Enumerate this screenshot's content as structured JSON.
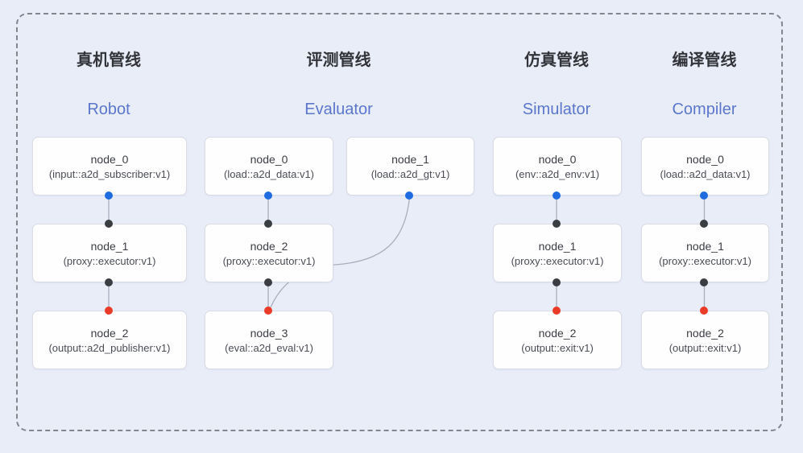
{
  "diagram": {
    "kind": "pipeline-graph",
    "colors": {
      "background": "#e9edf8",
      "frame_dash": "#84868e",
      "node_bg": "#fefefe",
      "node_border": "#d9dce4",
      "wire": "#a7aebc",
      "title_zh": "#33343a",
      "title_en": "#5b76cc",
      "port_input": "#1f6be0",
      "port_proxy": "#3a3d42",
      "port_output": "#ea3b28"
    }
  },
  "pipelines": [
    {
      "title_zh": "真机管线",
      "title_en": "Robot",
      "nodes": [
        {
          "name": "node_0",
          "impl": "(input::a2d_subscriber:v1)"
        },
        {
          "name": "node_1",
          "impl": "(proxy::executor:v1)"
        },
        {
          "name": "node_2",
          "impl": "(output::a2d_publisher:v1)"
        }
      ]
    },
    {
      "title_zh": "评测管线",
      "title_en": "Evaluator",
      "nodes": [
        {
          "name": "node_0",
          "impl": "(load::a2d_data:v1)"
        },
        {
          "name": "node_1",
          "impl": "(load::a2d_gt:v1)"
        },
        {
          "name": "node_2",
          "impl": "(proxy::executor:v1)"
        },
        {
          "name": "node_3",
          "impl": "(eval::a2d_eval:v1)"
        }
      ]
    },
    {
      "title_zh": "仿真管线",
      "title_en": "Simulator",
      "nodes": [
        {
          "name": "node_0",
          "impl": "(env::a2d_env:v1)"
        },
        {
          "name": "node_1",
          "impl": "(proxy::executor:v1)"
        },
        {
          "name": "node_2",
          "impl": "(output::exit:v1)"
        }
      ]
    },
    {
      "title_zh": "编译管线",
      "title_en": "Compiler",
      "nodes": [
        {
          "name": "node_0",
          "impl": "(load::a2d_data:v1)"
        },
        {
          "name": "node_1",
          "impl": "(proxy::executor:v1)"
        },
        {
          "name": "node_2",
          "impl": "(output::exit:v1)"
        }
      ]
    }
  ]
}
